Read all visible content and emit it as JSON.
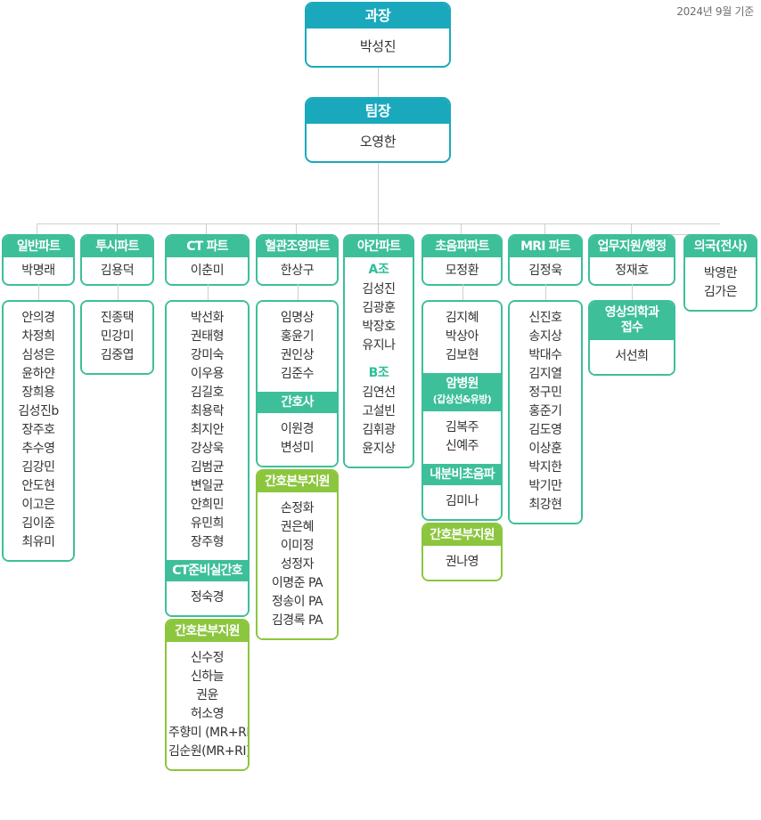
{
  "meta": {
    "date_note": "2024년 9월 기준",
    "colors": {
      "cyan": "#1AA9BC",
      "teal": "#3DBF9A",
      "lime": "#8CC63E",
      "connector": "#CFCFCF",
      "text": "#333333"
    }
  },
  "top": [
    {
      "title": "과장",
      "name": "박성진"
    },
    {
      "title": "팀장",
      "name": "오영한"
    }
  ],
  "parts": [
    {
      "title": "일반파트",
      "leader": "박명래",
      "groups": [
        {
          "header": null,
          "members": [
            "안의경",
            "차정희",
            "심성은",
            "윤하얀",
            "장희용",
            "김성진b",
            "장주호",
            "추수영",
            "김강민",
            "안도현",
            "이고은",
            "김이준",
            "최유미"
          ]
        }
      ]
    },
    {
      "title": "투시파트",
      "leader": "김용덕",
      "groups": [
        {
          "header": null,
          "members": [
            "진종택",
            "민강미",
            "김중엽"
          ]
        }
      ]
    },
    {
      "title": "CT 파트",
      "leader": "이춘미",
      "groups": [
        {
          "header": null,
          "members": [
            "박선화",
            "권태형",
            "강미숙",
            "이우용",
            "김길호",
            "최용락",
            "최지안",
            "강상욱",
            "김범균",
            "변일균",
            "안희민",
            "유민희",
            "장주형"
          ]
        },
        {
          "header": "CT준비실간호",
          "header_style": "teal",
          "members": [
            "정숙경"
          ]
        },
        {
          "header": "간호본부지원",
          "header_style": "lime",
          "members": [
            "신수정",
            "신하늘",
            "권윤",
            "허소영",
            "주향미 (MR+RI)",
            "김순원(MR+RI)"
          ]
        }
      ]
    },
    {
      "title": "혈관조영파트",
      "leader": "한상구",
      "groups": [
        {
          "header": null,
          "members": [
            "임명상",
            "홍윤기",
            "권인상",
            "김준수"
          ]
        },
        {
          "header": "간호사",
          "header_style": "teal",
          "members": [
            "이원경",
            "변성미"
          ]
        },
        {
          "header": "간호본부지원",
          "header_style": "lime",
          "members": [
            "손정화",
            "권은혜",
            "이미정",
            "성정자",
            "이명준 PA",
            "정송이 PA",
            "김경록 PA"
          ]
        }
      ]
    },
    {
      "title": "야간파트",
      "leader": null,
      "inline_groups": [
        {
          "label": "A조",
          "members": [
            "김성진",
            "김광훈",
            "박장호",
            "유지나"
          ]
        },
        {
          "label": "B조",
          "members": [
            "김연선",
            "고설빈",
            "김휘광",
            "윤지상"
          ]
        }
      ]
    },
    {
      "title": "초음파파트",
      "leader": "모정환",
      "groups": [
        {
          "header": null,
          "members": [
            "김지혜",
            "박상아",
            "김보현"
          ]
        },
        {
          "header": "암병원",
          "header_sub": "(갑상선&유방)",
          "header_style": "teal",
          "members": [
            "김복주",
            "신예주"
          ]
        },
        {
          "header": "내분비초음파",
          "header_style": "teal",
          "members": [
            "김미나"
          ]
        },
        {
          "header": "간호본부지원",
          "header_style": "lime",
          "members": [
            "권나영"
          ]
        }
      ]
    },
    {
      "title": "MRI 파트",
      "leader": "김정욱",
      "groups": [
        {
          "header": null,
          "members": [
            "신진호",
            "송지상",
            "박대수",
            "김지열",
            "정구민",
            "홍준기",
            "김도영",
            "이상훈",
            "박지한",
            "박기만",
            "최강현"
          ]
        }
      ]
    },
    {
      "title": "업무지원/행정",
      "leader": "정재호",
      "groups": [
        {
          "header": "영상의학과",
          "header_sub2": "접수",
          "header_style": "teal",
          "members": [
            "서선희"
          ]
        }
      ]
    },
    {
      "title": "의국(전사)",
      "leader": null,
      "inline_plain": [
        "박영란",
        "김가은"
      ]
    }
  ]
}
